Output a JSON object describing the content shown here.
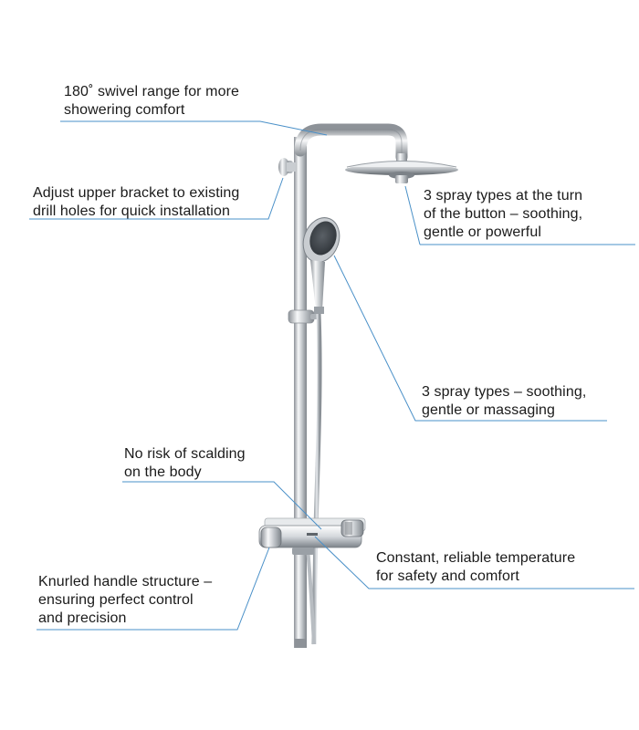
{
  "callouts": {
    "swivel": {
      "line1": "180˚ swivel range for more",
      "line2": "showering comfort"
    },
    "bracket": {
      "line1": "Adjust upper bracket to existing",
      "line2": "drill holes for quick installation"
    },
    "head_spray": {
      "line1": "3 spray types at the turn",
      "line2": "of the button – soothing,",
      "line3": "gentle or powerful"
    },
    "hand_spray": {
      "line1": "3 spray types – soothing,",
      "line2": "gentle or massaging"
    },
    "scalding": {
      "line1": "No risk of scalding",
      "line2": "on the body"
    },
    "temperature": {
      "line1": "Constant, reliable temperature",
      "line2": "for safety and comfort"
    },
    "handle": {
      "line1": "Knurled handle structure –",
      "line2": "ensuring perfect control",
      "line3": "and precision"
    }
  },
  "colors": {
    "leader_line": "#4a90c8",
    "chrome_dark": "#8d9298",
    "chrome_light": "#f4f5f6",
    "text": "#1a1a1a"
  }
}
